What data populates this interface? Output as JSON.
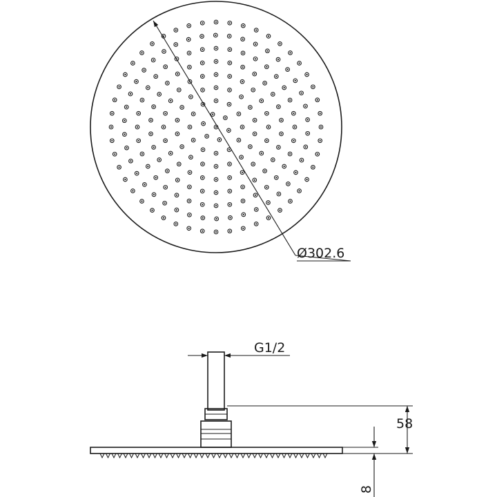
{
  "top_view": {
    "diameter_label": "Ø302.6",
    "nozzle_rings": [
      {
        "count": 1,
        "offset_deg": 0
      },
      {
        "count": 6,
        "offset_deg": 15
      },
      {
        "count": 12,
        "offset_deg": 0
      },
      {
        "count": 18,
        "offset_deg": 10
      },
      {
        "count": 24,
        "offset_deg": 0
      },
      {
        "count": 30,
        "offset_deg": 6
      },
      {
        "count": 36,
        "offset_deg": 0
      },
      {
        "count": 42,
        "offset_deg": 4
      },
      {
        "count": 48,
        "offset_deg": 0
      }
    ]
  },
  "side_view": {
    "thread_label": "G1/2",
    "height_label": "58",
    "thickness_label": "8"
  }
}
